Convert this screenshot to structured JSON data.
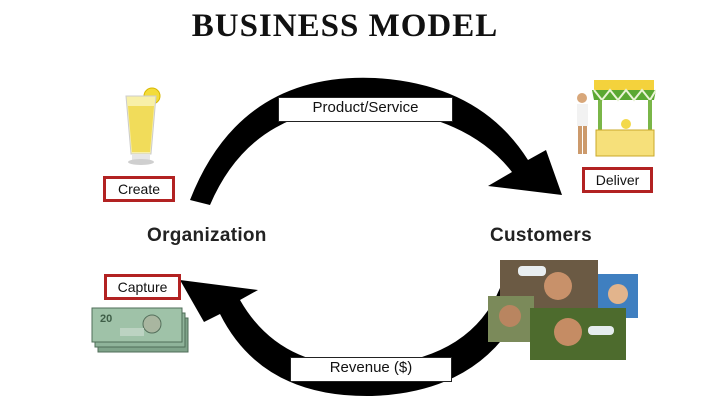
{
  "title": "BUSINESS MODEL",
  "top_arrow_label": "Product/Service",
  "bottom_arrow_label": "Revenue ($)",
  "left_node": "Organization",
  "right_node": "Customers",
  "tags": {
    "create": "Create",
    "deliver": "Deliver",
    "capture": "Capture"
  },
  "images": {
    "lemonade_glass": "lemonade-glass",
    "lemonade_stand": "lemonade-stand",
    "banknotes": "canadian-20-dollar-banknotes",
    "customers_drinking": "people-drinking"
  },
  "banknote_value": "20",
  "colors": {
    "arrow": "#000000",
    "tag_border": "#b22222",
    "label_border": "#222222"
  }
}
